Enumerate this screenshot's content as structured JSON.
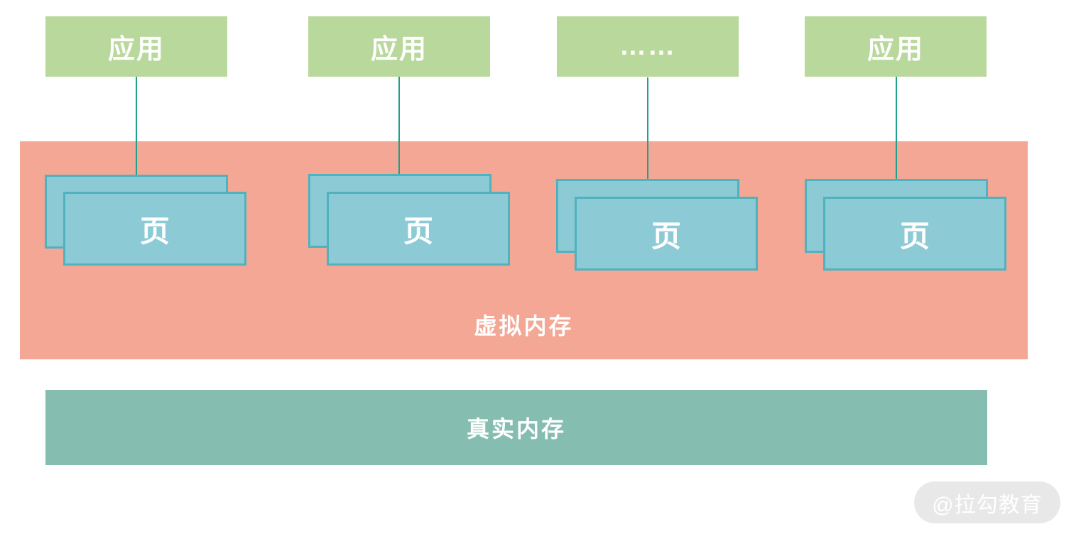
{
  "diagram": {
    "groups": [
      {
        "app_label": "应用",
        "page_label": "页"
      },
      {
        "app_label": "应用",
        "page_label": "页"
      },
      {
        "app_label": "……",
        "page_label": "页"
      },
      {
        "app_label": "应用",
        "page_label": "页"
      }
    ],
    "virtual_memory_label": "虚拟内存",
    "real_memory_label": "真实内存"
  },
  "watermark": {
    "text": "@拉勾教育"
  },
  "colors": {
    "app_green": "#b9d89c",
    "salmon": "#f3a794",
    "page_fill": "#8ccbd6",
    "page_border": "#4fb2bf",
    "real_memory": "#85beb1",
    "connector": "#1da08c",
    "watermark_bg": "#e8e8e8",
    "label_text": "#ffffff"
  }
}
